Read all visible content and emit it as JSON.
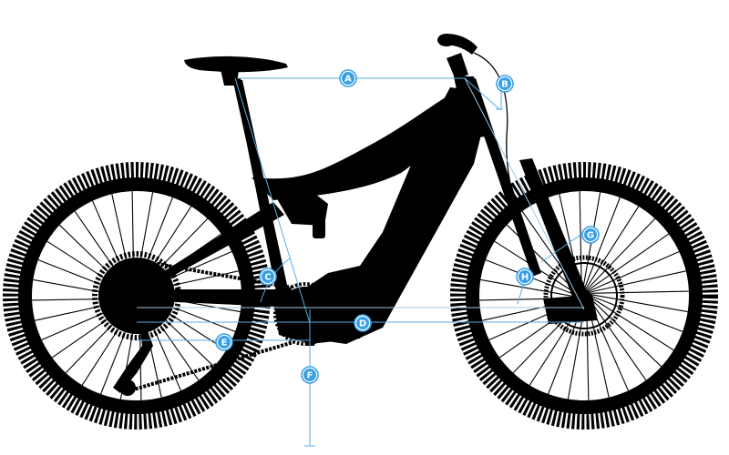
{
  "diagram": {
    "accent_color": "#3aa0e4",
    "ink_color": "#000000",
    "subject_icon": "mountain-ebike-silhouette-icon",
    "markers": [
      {
        "id": "a",
        "label": "A",
        "measure": "reach"
      },
      {
        "id": "b",
        "label": "B",
        "measure": "head-tube-length"
      },
      {
        "id": "c",
        "label": "C",
        "measure": "seat-tube-angle"
      },
      {
        "id": "d",
        "label": "D",
        "measure": "wheelbase"
      },
      {
        "id": "e",
        "label": "E",
        "measure": "chainstay-length"
      },
      {
        "id": "f",
        "label": "F",
        "measure": "bottom-bracket-height"
      },
      {
        "id": "g",
        "label": "G",
        "measure": "head-tube-angle"
      },
      {
        "id": "h",
        "label": "H",
        "measure": "fork-offset"
      }
    ]
  }
}
